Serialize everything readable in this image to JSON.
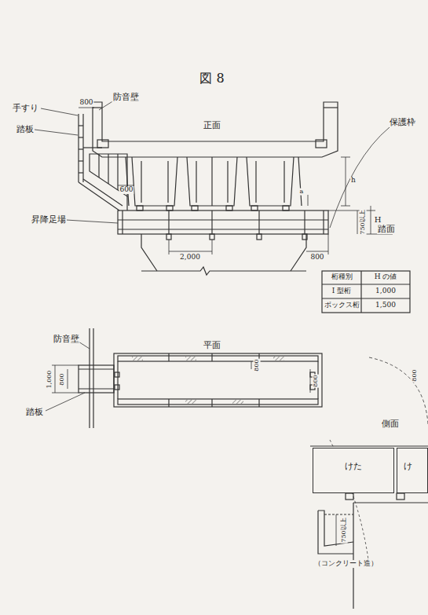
{
  "diagram": {
    "title": "図 8",
    "nodes": [
      {
        "text": [
          "けた"
        ]
      },
      {
        "text": [
          "け"
        ]
      }
    ],
    "labels": [
      "防音壁",
      "800",
      "手すり",
      "踏板",
      "正面",
      "保護枠",
      "600",
      "a",
      "h",
      "750以上",
      "H",
      "昇降足場",
      "踏面",
      "2,000",
      "800",
      "桁種別",
      "H の値",
      "I 型桁",
      "1,000",
      "ボックス桁",
      "1,500",
      "防音壁",
      "平面",
      "1,000",
      "800",
      "800",
      "800",
      "踏板",
      "800",
      "側面",
      "750以上",
      "（コンクリート造）"
    ]
  }
}
